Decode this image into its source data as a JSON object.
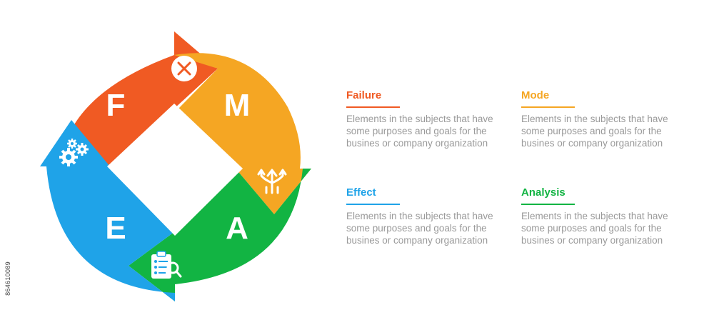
{
  "diagram": {
    "segments": [
      {
        "letter": "F",
        "color": "#F05A23",
        "icon": "close-circle-icon"
      },
      {
        "letter": "M",
        "color": "#F5A623",
        "icon": "diverging-arrows-icon"
      },
      {
        "letter": "A",
        "color": "#12B443",
        "icon": "clipboard-search-icon"
      },
      {
        "letter": "E",
        "color": "#1FA3E8",
        "icon": "gears-icon"
      }
    ]
  },
  "items": [
    {
      "title": "Failure",
      "color": "#F05A23",
      "desc": [
        "Elements in the subjects that have",
        "some purposes and goals for the",
        "busines or company organization"
      ]
    },
    {
      "title": "Mode",
      "color": "#F5A623",
      "desc": [
        "Elements in the subjects that have",
        "some purposes and goals for the",
        "busines or company organization"
      ]
    },
    {
      "title": "Effect",
      "color": "#1FA3E8",
      "desc": [
        "Elements in the subjects that have",
        "some purposes and goals for the",
        "busines or company organization"
      ]
    },
    {
      "title": "Analysis",
      "color": "#12B443",
      "desc": [
        "Elements in the subjects that have",
        "some purposes and goals for the",
        "busines or company organization"
      ]
    }
  ],
  "stock_id": "864610089"
}
